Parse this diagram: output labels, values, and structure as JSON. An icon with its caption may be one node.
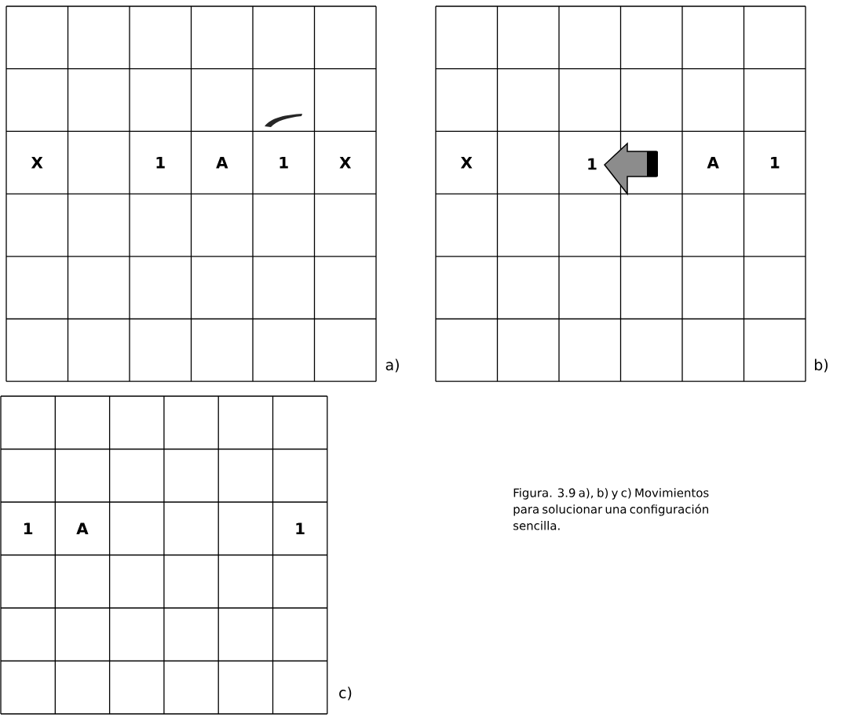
{
  "diagram": {
    "caption": "Figura. 3.9 a), b) y c) Movimientos para solucionar una configuración sencilla.",
    "labels": [
      "X",
      "1",
      "A",
      "1",
      "X",
      "a)",
      "X",
      "1",
      "A",
      "1",
      "b)",
      "1",
      "A",
      "1",
      "c)"
    ]
  }
}
